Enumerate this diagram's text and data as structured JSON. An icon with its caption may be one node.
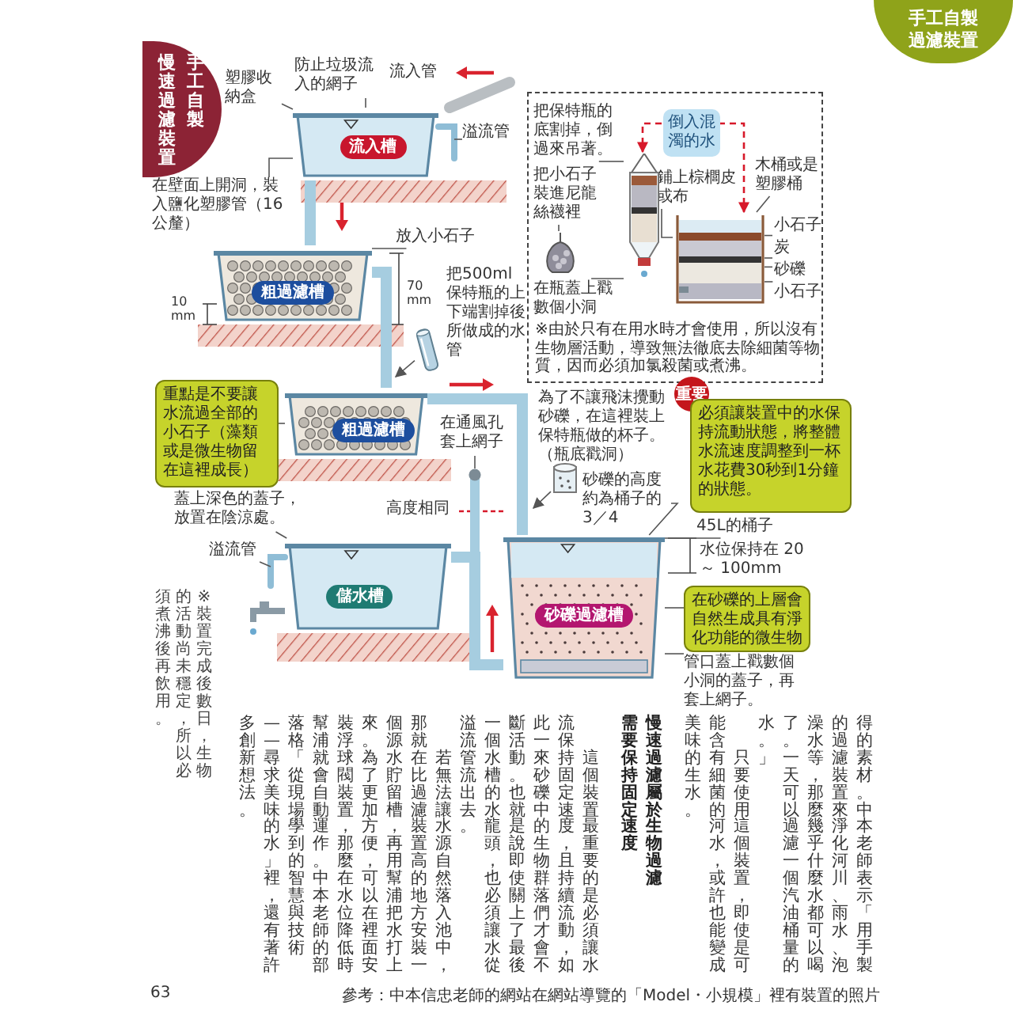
{
  "diagram": {
    "nodes": [
      {
        "text": [
          "慢速過濾裝置",
          "手工自製"
        ]
      },
      {
        "text": [
          "手工自製過濾裝置"
        ]
      },
      {
        "text": [
          "塑膠收納盒"
        ]
      },
      {
        "text": [
          "防止垃圾流入的網子"
        ]
      },
      {
        "text": [
          "溢流管"
        ]
      },
      {
        "text": [
          "在壁面上開洞，裝入鹽化塑膠管（16公釐）"
        ]
      },
      {
        "text": [
          "流入槽"
        ]
      },
      {
        "text": [
          "放入小石子"
        ]
      },
      {
        "text": [
          "粗過濾槽"
        ]
      },
      {
        "text": [
          "把500ml保特瓶的上下端割掉後所做成的水管"
        ]
      },
      {
        "text": [],
        "shape": "picture"
      },
      {
        "text": [
          "重點是不要讓水流過全部的小石子（藻類或是微生物留在這裡成長）"
        ]
      },
      {
        "text": [
          "粗過濾槽"
        ]
      },
      {
        "text": [
          "在通風孔套上網子"
        ]
      },
      {
        "text": [
          "蓋上深色的蓋子，放置在陰涼處。"
        ]
      },
      {
        "text": [
          "溢流管"
        ]
      },
      {
        "text": [
          "儲水槽"
        ]
      },
      {
        "text": [],
        "shape": "box"
      },
      {
        "text": [
          "把保特瓶的底割掉，倒過來吊著。"
        ],
        "in": 17
      },
      {
        "text": [
          "倒入混濁的水"
        ],
        "in": 17
      },
      {
        "text": [
          "木桶或是塑膠桶"
        ],
        "in": 17
      },
      {
        "text": [
          "把小石子裝進尼龍絲襪裡"
        ],
        "in": 17
      },
      {
        "text": [
          "鋪上棕櫚皮或布"
        ],
        "in": 17
      },
      {
        "text": [],
        "shape": "picture",
        "in": 17
      },
      {
        "text": [],
        "shape": "picture",
        "in": 17
      },
      {
        "text": [],
        "shape": "picture",
        "in": 17
      },
      {
        "text": [
          "小石子"
        ],
        "in": 17
      },
      {
        "text": [
          "炭"
        ],
        "in": 17
      },
      {
        "text": [
          "砂礫"
        ],
        "in": 17
      },
      {
        "text": [
          "小石子"
        ],
        "in": 17
      },
      {
        "text": [
          "在瓶蓋上戳數個小洞"
        ],
        "in": 17
      },
      {
        "text": [
          "為了不讓飛沫攪動砂礫，在這裡裝上保特瓶做的杯子。（瓶底戳洞）"
        ]
      },
      {
        "text": [],
        "shape": "picture"
      },
      {
        "text": [
          "重要"
        ]
      },
      {
        "text": [
          "必須讓裝置中的水保持流動狀態，將整體水流速度調整到一杯水花費30秒到1分鐘的狀態。"
        ]
      },
      {
        "text": [
          "砂礫的高度約為桶子的3／4"
        ]
      },
      {
        "text": [
          "45L的桶子"
        ]
      },
      {
        "text": [
          "在砂礫的上層會自然生成具有淨化功能的微生物"
        ]
      },
      {
        "text": [
          "砂礫過濾槽"
        ]
      },
      {
        "text": [
          "管口蓋上戳數個小洞的蓋子，再套上網子。"
        ]
      },
      {
        "text": [],
        "shape": "bar"
      }
    ],
    "edges": [
      {
        "from": 6,
        "to": 8,
        "arrow": "none",
        "style": "thick",
        "color": "#a6cde0"
      },
      {
        "from": 8,
        "to": 12,
        "arrow": "none",
        "style": "thick",
        "color": "#a6cde0"
      },
      {
        "from": 12,
        "to": 38,
        "arrow": "none",
        "style": "thick",
        "color": "#a6cde0"
      },
      {
        "from": 38,
        "to": 16,
        "arrow": "none",
        "style": "thick",
        "color": "#a6cde0"
      },
      {
        "from": 2,
        "to": 6,
        "arrow": "none"
      },
      {
        "from": 3,
        "to": 6,
        "arrow": "none"
      },
      {
        "from": 4,
        "to": null,
        "arrow": "none"
      },
      {
        "from": 5,
        "to": 6,
        "arrow": "none"
      },
      {
        "from": 7,
        "to": 8,
        "arrow": "none"
      },
      {
        "from": 10,
        "to": null,
        "arrow": "to"
      },
      {
        "from": 11,
        "to": 12,
        "arrow": "none"
      },
      {
        "from": 13,
        "to": 40,
        "arrow": "none"
      },
      {
        "from": 14,
        "to": 16,
        "arrow": "none"
      },
      {
        "from": 15,
        "to": null,
        "arrow": "none"
      },
      {
        "from": 19,
        "to": 24,
        "arrow": "to",
        "style": "dashed",
        "color": "#d7192a"
      },
      {
        "from": 19,
        "to": 25,
        "arrow": "to",
        "style": "dashed",
        "color": "#d7192a"
      },
      {
        "from": 18,
        "to": 24,
        "arrow": "none"
      },
      {
        "from": 20,
        "to": 25,
        "arrow": "none"
      },
      {
        "from": 21,
        "to": 23,
        "arrow": "none"
      },
      {
        "from": 22,
        "to": 25,
        "arrow": "none"
      },
      {
        "from": 26,
        "to": 25,
        "arrow": "none"
      },
      {
        "from": 27,
        "to": 25,
        "arrow": "none"
      },
      {
        "from": 28,
        "to": 25,
        "arrow": "none"
      },
      {
        "from": 29,
        "to": 25,
        "arrow": "none"
      },
      {
        "from": 30,
        "to": 24,
        "arrow": "none"
      },
      {
        "from": 32,
        "to": null,
        "arrow": "to"
      },
      {
        "from": 35,
        "to": 38,
        "arrow": "none"
      },
      {
        "from": 36,
        "to": 38,
        "arrow": "none"
      },
      {
        "from": 37,
        "to": 38,
        "arrow": "none"
      },
      {
        "from": 39,
        "to": 38,
        "arrow": "none"
      }
    ],
    "labels": [
      "流入管",
      "10 mm",
      "70 mm",
      "高度相同",
      "水位保持在 20 ～ 100mm",
      "※裝置完成後數日，生物",
      "的活動尚未穩定，所以必",
      "須煮沸後再飲用。",
      "※由於只有在用水時才會使用，所以沒有生物層活動，導致無法徹底去除細菌等物質，因而必須加氯殺菌或煮沸。",
      "得的素材。中本老師表示「用手製",
      "的過濾裝置來淨化河川、雨水、泡",
      "澡水等，那麼幾乎什麼水都可以喝",
      "了。一天可以過濾一個汽油桶量的",
      "水。」",
      "只要使用這個裝置，即使是可",
      "能含有細菌的河水，或許也能變成",
      "美味的生水。",
      "慢速過濾屬於生物過濾",
      "需要保持固定速度",
      "這個裝置最重要的是必須讓水",
      "流保持固定速度，且持續流動，如",
      "此一來砂礫中的生物群落們才會不",
      "斷活動。也就是說即使關上了最後",
      "一個水槽的水龍頭，也必須讓水從",
      "溢流管流出去。",
      "若無法讓水源自然落入池中，",
      "那就在比過濾裝置高的地方安裝一",
      "個源水貯留槽，再用幫浦把水打上",
      "來。為了更加方便，可以在裡面安",
      "裝浮球閥裝置，那麼在水位降低時",
      "幫浦就會自動運作。中本老師的部",
      "落格「從現場學到的智慧與技術",
      "——尋求美味的水」裡，還有著許",
      "多創新想法。",
      "63",
      "參考：中本信忠老師的網站在網站導覽的「Model・小規模」裡有裝置的照片"
    ]
  }
}
